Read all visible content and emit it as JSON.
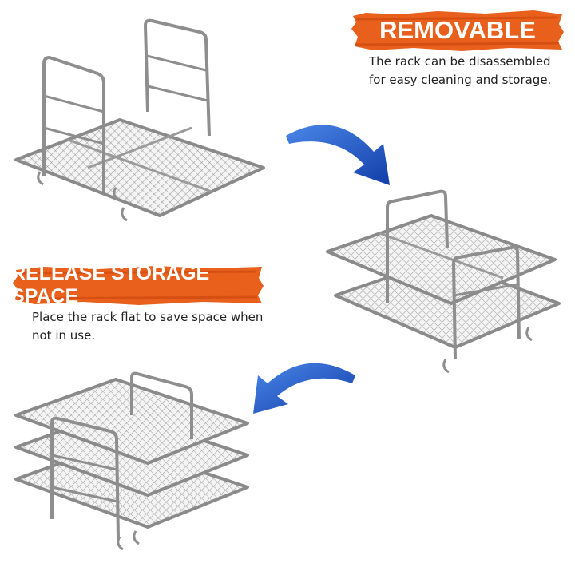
{
  "sections": [
    {
      "banner": "REMOVABLE",
      "caption": "The rack can be disassembled for easy cleaning and storage."
    },
    {
      "banner": "RELEASE STORAGE SPACE",
      "caption": "Place the rack flat to save space when not in use."
    }
  ],
  "colors": {
    "banner": "#e8601c",
    "banner_dark": "#c9440c",
    "arrow": "#1f4fbf",
    "wire": "#9a9a9a"
  }
}
